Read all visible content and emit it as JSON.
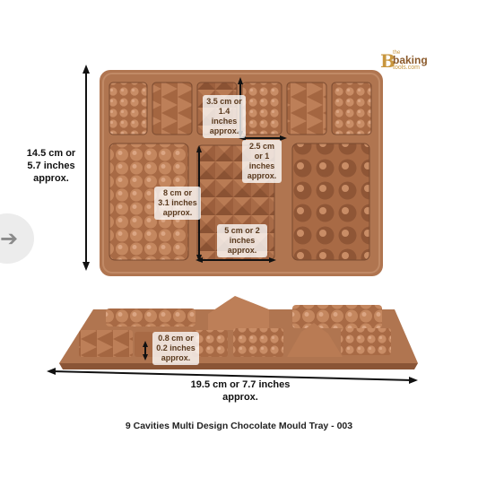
{
  "brand": {
    "line1": "the",
    "line2": "baking",
    "line3": "tools.com"
  },
  "dimensions": {
    "height": "14.5 cm or 5.7 inches approx.",
    "width": "19.5 cm or 7.7 inches approx.",
    "small_cavity_height": "3.5 cm or 1.4 inches approx.",
    "small_cavity_width": "2.5 cm or 1 inches approx.",
    "large_cavity_height": "8 cm or 3.1 inches approx.",
    "large_cavity_width": "5 cm or 2 inches approx.",
    "depth": "0.8 cm or 0.2 inches approx."
  },
  "caption": "9 Cavities Multi Design Chocolate Mould Tray - 003",
  "colors": {
    "mould": "#b07550",
    "cavity": "#9a6040",
    "highlight": "#c98d66",
    "shadow": "#7a4a30"
  },
  "nav_icon": "arrow-right-icon"
}
